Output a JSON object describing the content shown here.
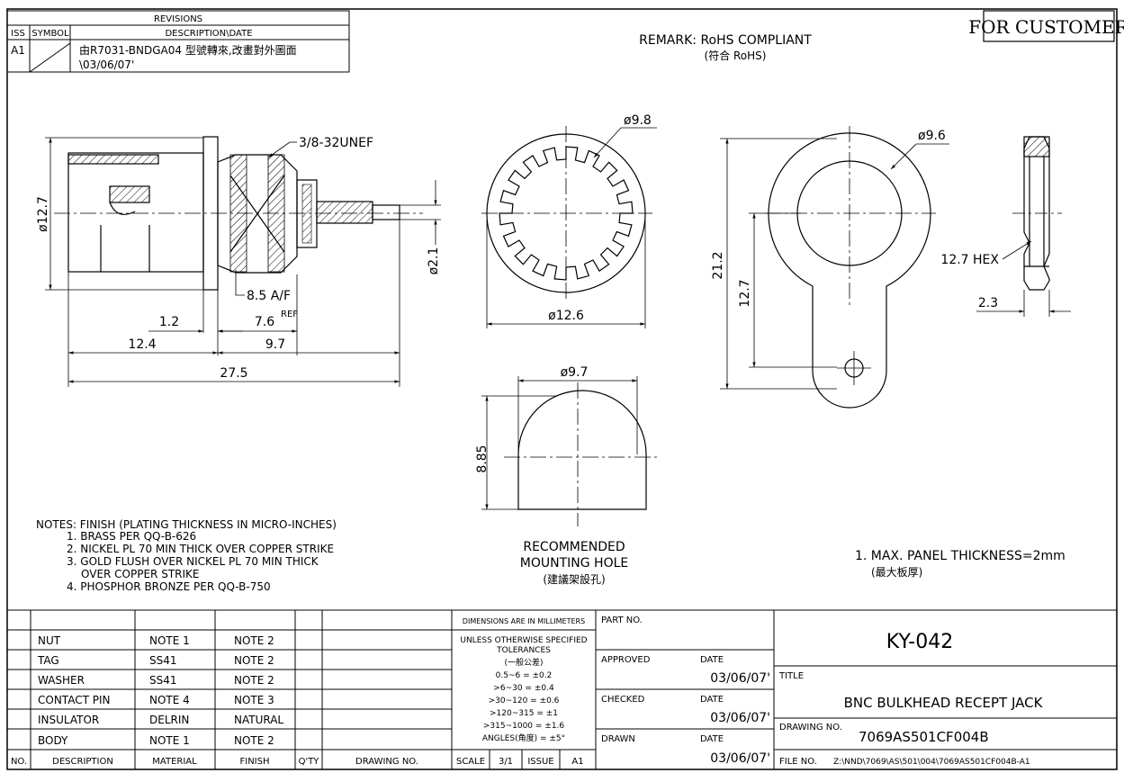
{
  "header": {
    "for_customer": "FOR CUSTOMER",
    "remark": "REMARK: RoHS COMPLIANT",
    "remark_sub": "(符合 RoHS)"
  },
  "revisions": {
    "title": "REVISIONS",
    "col_iss": "ISS",
    "col_symbol": "SYMBOL",
    "col_desc": "DESCRIPTION\\DATE",
    "rows": [
      {
        "iss": "A1",
        "desc": "由R7031-BNDGA04 型號轉來,改畫對外圖面",
        "date": "\\03/06/07'"
      }
    ]
  },
  "dims": {
    "thread": "3/8-32UNEF",
    "dia_body": "ø12.7",
    "af": "8.5 A/F",
    "dia_pin": "ø2.1",
    "d_1_2": "1.2",
    "d_7_6": "7.6",
    "ref": "REF",
    "d_12_4": "12.4",
    "d_9_7": "9.7",
    "d_27_5": "27.5",
    "washer_outer": "ø9.8",
    "washer_inner": "ø12.6",
    "tag_hole": "ø9.6",
    "tag_h": "21.2",
    "tag_c": "12.7",
    "hex": "12.7 HEX",
    "nut_t": "2.3",
    "mount_w": "ø9.7",
    "mount_h": "8.85"
  },
  "mounting": {
    "line1": "RECOMMENDED",
    "line2": "MOUNTING HOLE",
    "line3": "(建議架設孔)"
  },
  "notes": {
    "title": "NOTES: FINISH (PLATING THICKNESS IN MICRO-INCHES)",
    "items": [
      "1. BRASS PER QQ-B-626",
      "2. NICKEL PL 70 MIN THICK OVER COPPER STRIKE",
      "3. GOLD FLUSH OVER NICKEL PL 70 MIN THICK",
      "OVER COPPER STRIKE",
      "4. PHOSPHOR BRONZE PER QQ-B-750"
    ],
    "panel": "1. MAX. PANEL THICKNESS=2mm",
    "panel_sub": "(最大板厚)"
  },
  "bom": {
    "rows": [
      {
        "desc": "NUT",
        "material": "NOTE 1",
        "finish": "NOTE 2"
      },
      {
        "desc": "TAG",
        "material": "SS41",
        "finish": "NOTE 2"
      },
      {
        "desc": "WASHER",
        "material": "SS41",
        "finish": "NOTE 2"
      },
      {
        "desc": "CONTACT PIN",
        "material": "NOTE 4",
        "finish": "NOTE 3"
      },
      {
        "desc": "INSULATOR",
        "material": "DELRIN",
        "finish": "NATURAL"
      },
      {
        "desc": "BODY",
        "material": "NOTE 1",
        "finish": "NOTE 2"
      }
    ],
    "headers": {
      "no": "NO.",
      "desc": "DESCRIPTION",
      "material": "MATERIAL",
      "finish": "FINISH",
      "qty": "Q'TY",
      "drawing": "DRAWING NO."
    }
  },
  "tolerance": {
    "line1": "DIMENSIONS ARE IN MILLIMETERS",
    "line2": "UNLESS OTHERWISE SPECIFIED",
    "line3": "TOLERANCES",
    "line4": "(一般公差)",
    "items": [
      "0.5~6  =  ±0.2",
      ">6~30  =  ±0.4",
      ">30~120  =  ±0.6",
      ">120~315  =  ±1",
      ">315~1000  =  ±1.6",
      "ANGLES(角度)  =  ±5°"
    ],
    "scale_label": "SCALE",
    "scale": "3/1",
    "issue_label": "ISSUE",
    "issue": "A1"
  },
  "titleblock": {
    "part_no_label": "PART NO.",
    "part_no": "KY-042",
    "approved": "APPROVED",
    "checked": "CHECKED",
    "drawn": "DRAWN",
    "date_label": "DATE",
    "date": "03/06/07'",
    "title_label": "TITLE",
    "title": "BNC BULKHEAD RECEPT JACK",
    "drawing_no_label": "DRAWING NO.",
    "drawing_no": "7069AS501CF004B",
    "file_no_label": "FILE NO.",
    "file_no": "Z:\\NND\\7069\\AS\\501\\004\\7069AS501CF004B-A1"
  }
}
